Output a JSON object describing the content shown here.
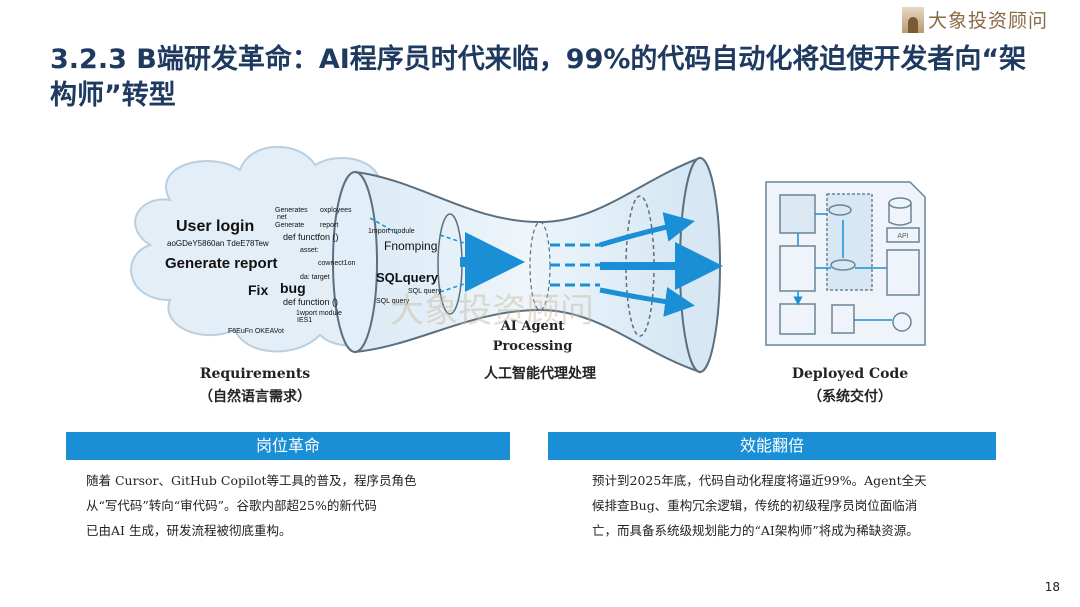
{
  "logo": {
    "text": "大象投资顾问"
  },
  "title": "3.2.3 B端研发革命：AI程序员时代来临，99%的代码自动化将迫使开发者向“架构师”转型",
  "diagram": {
    "cloud_words": {
      "user_login": "User login",
      "generate_report": "Generate report",
      "fix": "Fix",
      "bug": "bug",
      "hash": "aoGDeY5860an TdeE78Tew",
      "generates": "Generates",
      "oxployees": "oxployees",
      "net": "net",
      "generate": "Generate",
      "report": "report",
      "def1": "def functfon ()",
      "asset": "asset:",
      "cownection": "cownect1on",
      "target": "da: target",
      "def2": "def function ()",
      "import2": "1wport module",
      "ies": "IES1",
      "footer": "F6EuFn OKEAVot"
    },
    "funnel_words": {
      "import1": "1mport module",
      "fnomping": "Fnomping",
      "sqlquery": "SQLquery",
      "sql1": "SQL query",
      "sql2": "SQL query"
    },
    "api_label": "API",
    "requirements": {
      "en": "Requirements",
      "zh": "（自然语言需求）"
    },
    "agent": {
      "en1": "AI Agent",
      "en2": "Processing",
      "zh": "人工智能代理处理"
    },
    "deployed": {
      "en": "Deployed Code",
      "zh": "（系统交付）"
    },
    "watermark": "大象投资顾问"
  },
  "panels": [
    {
      "title": "岗位革命",
      "lines": [
        "随着 Cursor、GitHub Copilot等工具的普及，程序员角色",
        "从“写代码”转向“审代码”。谷歌内部超25%的新代码",
        "已由AI 生成，研发流程被彻底重构。"
      ]
    },
    {
      "title": "效能翻倍",
      "lines": [
        "预计到2025年底，代码自动化程度将逼近99%。Agent全天",
        "候排查Bug、重构冗余逻辑，传统的初级程序员岗位面临消",
        "亡，而具备系统级规划能力的“AI架构师”将成为稀缺资源。"
      ]
    }
  ],
  "page_number": "18",
  "colors": {
    "title": "#1f3a60",
    "accent": "#1a8fd6"
  }
}
